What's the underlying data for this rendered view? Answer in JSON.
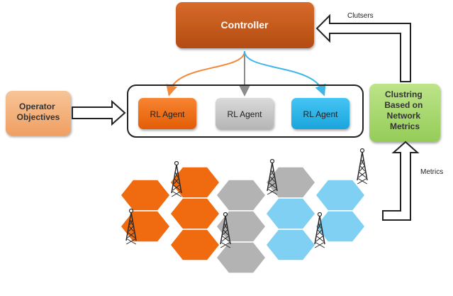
{
  "controller": {
    "label": "Controller"
  },
  "agents": [
    {
      "label": "RL Agent",
      "color": "#f36b12"
    },
    {
      "label": "RL Agent",
      "color": "#c8c8c8"
    },
    {
      "label": "RL Agent",
      "color": "#2bb5ea"
    }
  ],
  "operator": {
    "lines": [
      "Operator",
      "Objectives"
    ]
  },
  "clustering": {
    "lines": [
      "Clustring",
      "Based on",
      "Network",
      "Metrics"
    ]
  },
  "edge_labels": {
    "clusters": "Clutsers",
    "metrics": "Metrics"
  },
  "colors": {
    "controller": "#c4581b",
    "operator": "#f4b07a",
    "clustering": "#a6d86b",
    "hex_orange": "#f06a10",
    "hex_gray": "#b3b3b3",
    "hex_blue": "#7fd0f2",
    "arrow_orange": "#f08a3c",
    "arrow_gray": "#8c8c8c",
    "arrow_blue": "#3fb6e8"
  }
}
